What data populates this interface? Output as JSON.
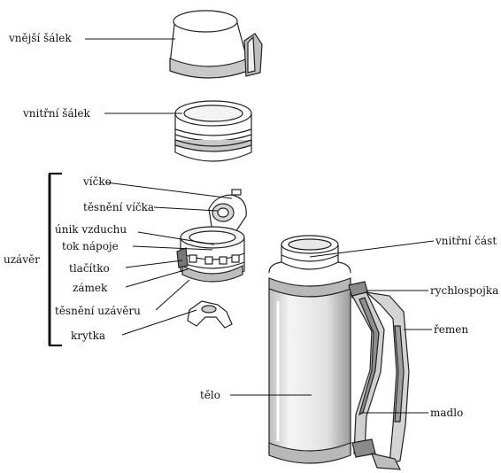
{
  "labels": {
    "outer_cup": "vnější šálek",
    "inner_cup": "vnitřní šálek",
    "lid": "víčko",
    "lid_seal": "těsnění víčka",
    "air_vent": "únik vzduchu",
    "drink_flow": "tok nápoje",
    "closure": "uzávěr",
    "button": "tlačítko",
    "lock": "zámek",
    "closure_seal": "těsnění uzávěru",
    "cover": "krytka",
    "inner_part": "vnitřní část",
    "quick_coupling": "rychlospojka",
    "strap": "řemen",
    "body": "tělo",
    "handle": "madlo"
  }
}
